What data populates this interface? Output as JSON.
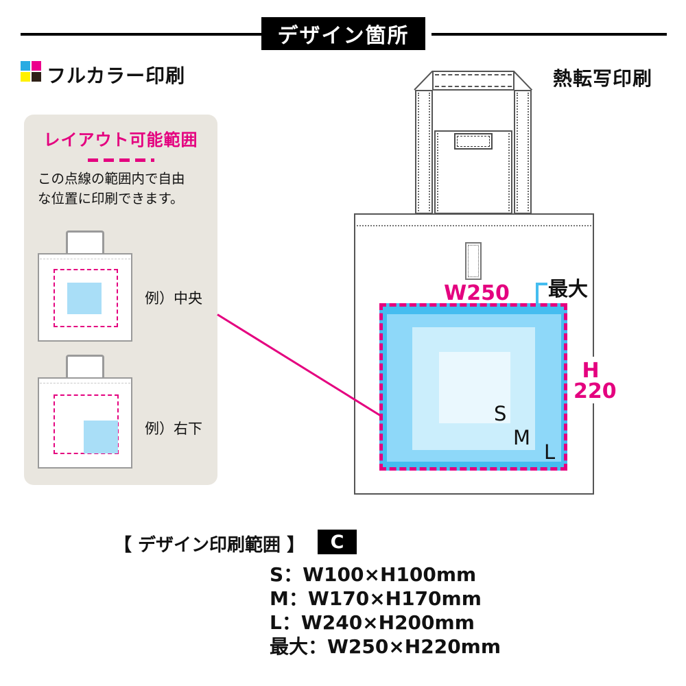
{
  "header": {
    "banner": "デザイン箇所",
    "left_title": "フルカラー印刷",
    "right_title": "熱転写印刷"
  },
  "panel": {
    "title": "レイアウト可能範囲",
    "description": "この点線の範囲内で自由\nな位置に印刷できます。",
    "example_center_label": "例）中央",
    "example_bottom_right_label": "例）右下"
  },
  "diagram": {
    "width_label": "W250",
    "height_label_line1": "H",
    "height_label_line2": "220",
    "max_label": "最大",
    "size_s_label": "S",
    "size_m_label": "M",
    "size_l_label": "L"
  },
  "footer": {
    "caption": "【 デザイン印刷範囲 】",
    "code_badge": "C",
    "sizes": [
      {
        "label": "S：W100×H100mm"
      },
      {
        "label": "M：W170×H170mm"
      },
      {
        "label": "L：W240×H200mm"
      },
      {
        "label": "最大：W250×H220mm"
      }
    ]
  },
  "colors": {
    "pink": "#e4007f",
    "blue-max": "#45bdf0",
    "blue-l": "#8ed8f9",
    "blue-m": "#cbeefc",
    "blue-s": "#eaf8fe",
    "blue-example": "#a9def7",
    "beige": "#e9e6df",
    "cmyk-c": "#29abe2",
    "cmyk-m": "#ec008c",
    "cmyk-y": "#fff100",
    "cmyk-k": "#2e2017"
  }
}
